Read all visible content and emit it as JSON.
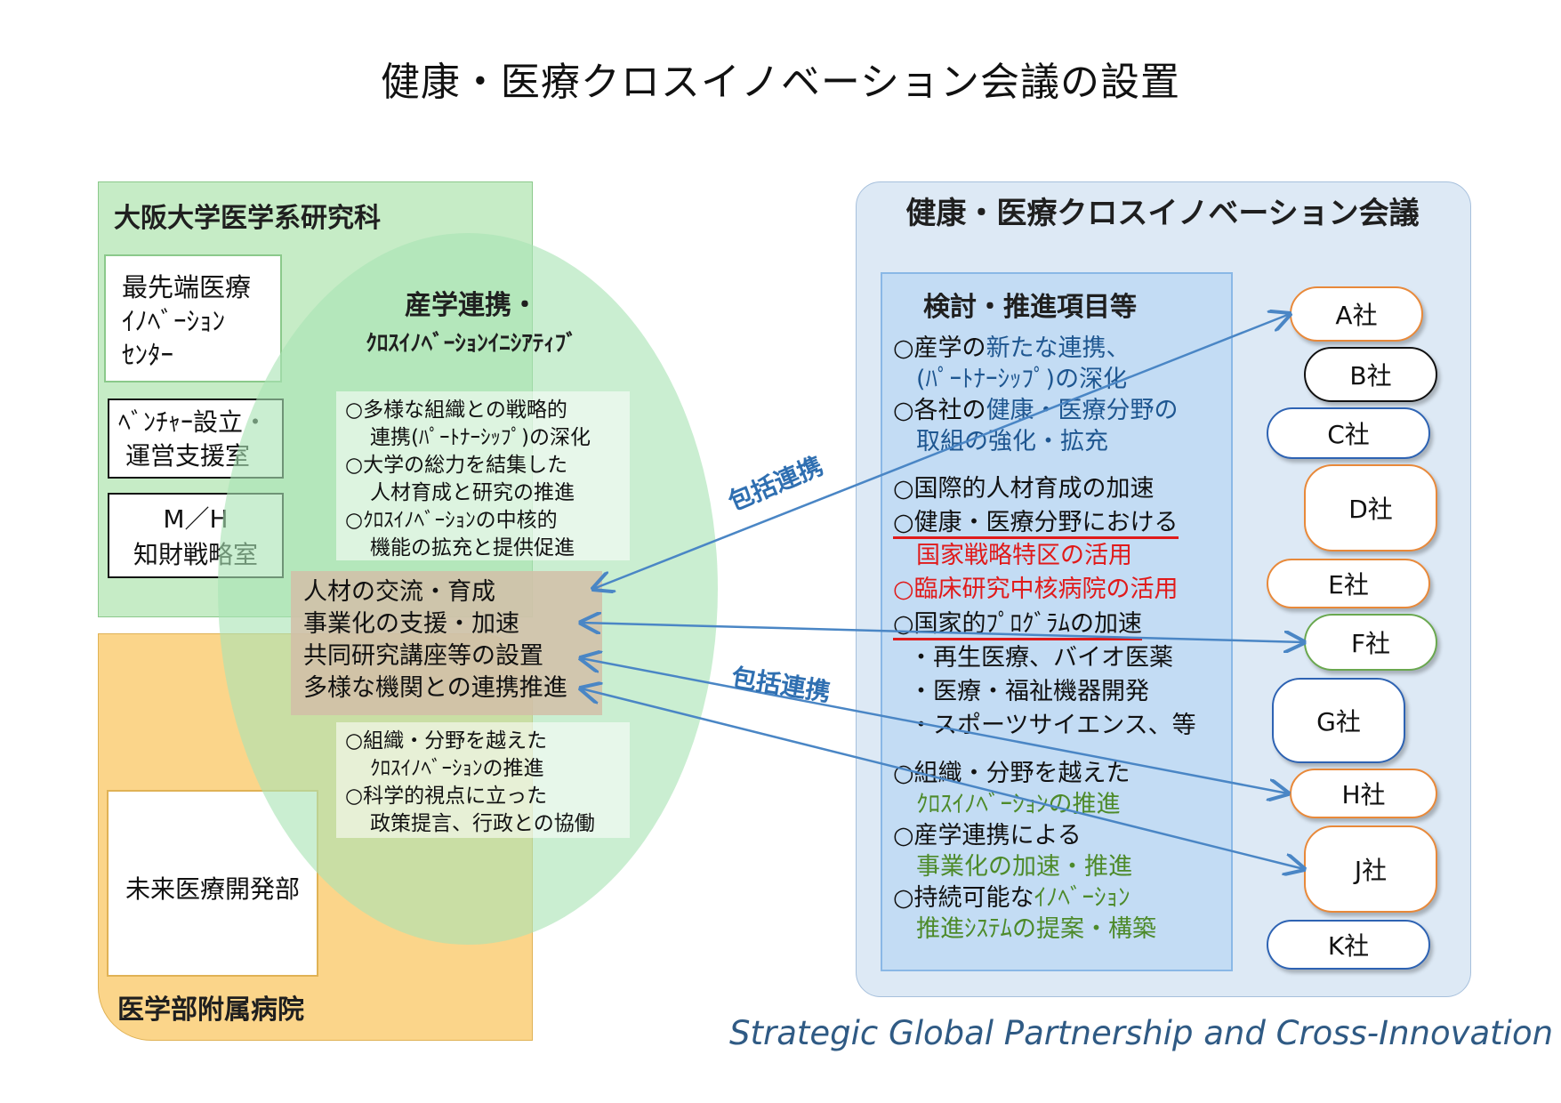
{
  "title": "健康・医療クロスイノベーション会議の設置",
  "osaka": {
    "title": "大阪大学医学系研究科",
    "depts": [
      [
        "最先端医療",
        "ｲﾉﾍﾞｰｼｮﾝ",
        "ｾﾝﾀｰ"
      ],
      [
        "ﾍﾞﾝﾁｬｰ設立・",
        "運営支援室"
      ],
      [
        "M／H",
        "知財戦略室"
      ]
    ]
  },
  "hospital": {
    "title": "医学部附属病院",
    "dept": "未来医療開発部"
  },
  "initiative": {
    "title1": "産学連携・",
    "title2": "ｸﾛｽｲﾉﾍﾞｰｼｮﾝｲﾆｼｱﾃｨﾌﾞ",
    "top_notes": [
      "○多様な組織との戦略的",
      "連携(ﾊﾟｰﾄﾅｰｼｯﾌﾟ)の深化",
      "○大学の総力を結集した",
      "人材育成と研究の推進",
      "○ｸﾛｽｲﾉﾍﾞｰｼｮﾝの中核的",
      "機能の拡充と提供促進"
    ],
    "center": [
      "人材の交流・育成",
      "事業化の支援・加速",
      "共同研究講座等の設置",
      "多様な機関との連携推進"
    ],
    "bottom_notes": [
      "○組織・分野を越えた",
      "ｸﾛｽｲﾉﾍﾞｰｼｮﾝの推進",
      "○科学的視点に立った",
      "政策提言、行政との協働"
    ]
  },
  "link_label": "包括連携",
  "council": {
    "title": "健康・医療クロスイノベーション会議",
    "items_title": "検討・推進項目等",
    "items": [
      {
        "prefix": "○産学の",
        "text": "新たな連携、"
      },
      {
        "text": "(ﾊﾟｰﾄﾅｰｼｯﾌﾟ)の深化"
      },
      {
        "prefix": "○各社の",
        "text": "健康・医療分野の"
      },
      {
        "text": "取組の強化・拡充"
      },
      {
        "text": "○国際的人材育成の加速"
      },
      {
        "text": "○健康・医療分野における"
      },
      {
        "text": "国家戦略特区の活用"
      },
      {
        "text": "○臨床研究中核病院の活用"
      },
      {
        "text": "○国家的ﾌﾟﾛｸﾞﾗﾑの加速"
      },
      {
        "text": "・再生医療、バイオ医薬"
      },
      {
        "text": "・医療・福祉機器開発"
      },
      {
        "text": "・スポーツサイエンス、等"
      },
      {
        "text": "○組織・分野を越えた"
      },
      {
        "text": "ｸﾛｽｲﾉﾍﾞｰｼｮﾝの推進"
      },
      {
        "text": "○産学連携による"
      },
      {
        "text": "事業化の加速・推進"
      },
      {
        "prefix": "○持続可能な",
        "text": "ｲﾉﾍﾞｰｼｮﾝ"
      },
      {
        "text": "推進ｼｽﾃﾑの提案・構築"
      }
    ]
  },
  "companies": [
    "A社",
    "B社",
    "C社",
    "D社",
    "E社",
    "F社",
    "G社",
    "H社",
    "J社",
    "K社"
  ],
  "company_colors": [
    "#e8893a",
    "#111111",
    "#2e63b3",
    "#e8893a",
    "#e8893a",
    "#6aa84f",
    "#2e63b3",
    "#e8893a",
    "#e8893a",
    "#2e63b3"
  ],
  "footer": "Strategic Global Partnership and Cross-Innovation"
}
